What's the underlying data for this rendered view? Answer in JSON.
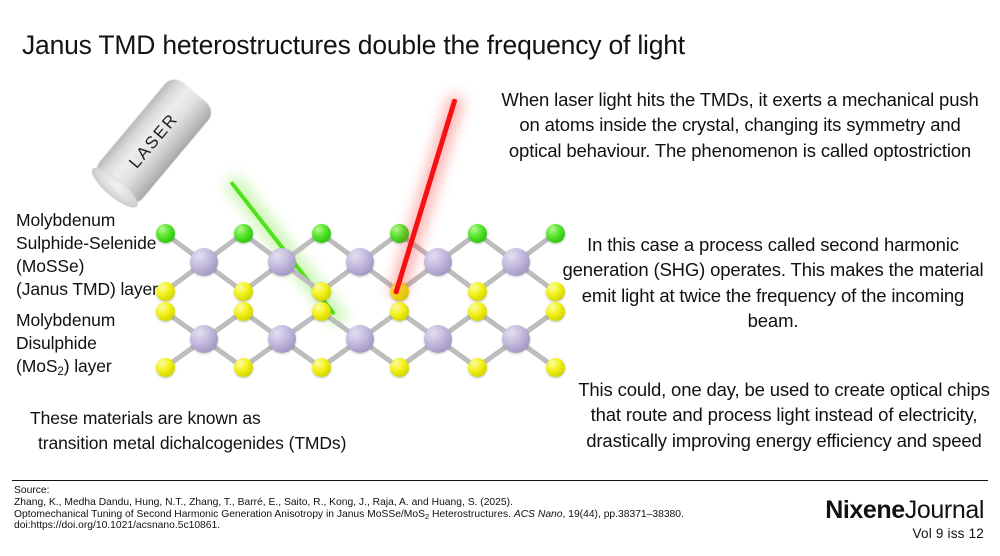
{
  "headline": "Janus TMD heterostructures double the frequency of light",
  "paragraphs": {
    "optostriction": "When laser light hits the TMDs, it exerts a mechanical push on atoms inside the crystal, changing its symmetry and optical behaviour. The phenomenon is called optostriction",
    "shg": "In this case a process called second harmonic generation (SHG) operates. This makes the material emit light at twice the frequency of the incoming beam.",
    "applications": "This could, one day, be used to create optical chips that route and process light instead of electricity, drastically improving energy efficiency and speed"
  },
  "diagram": {
    "laser_label": "LASER",
    "janus_layer_label": "Molybdenum\nSulphide-Selenide\n(MoSSe)\n(Janus TMD) layer",
    "mos2_layer_label_lines": [
      "Molybdenum",
      "Disulphide",
      "(MoS"
    ],
    "mos2_subscript": "2",
    "mos2_layer_label_tail": ") layer",
    "tmd_note_line1": "These materials are known as",
    "tmd_note_line2": "transition metal dichalcogenides (TMDs)",
    "atoms": {
      "molybdenum_color": "#a79cc6",
      "selenium_color": "#2cc90e",
      "sulphur_color": "#d6d600"
    },
    "beams": {
      "incoming_color": "#4ee21a",
      "outgoing_color": "#f51111"
    }
  },
  "footer": {
    "source_heading": "Source:",
    "citation_authors": "Zhang, K., Medha Dandu, Hung, N.T., Zhang, T., Barré, E., Saito, R., Kong, J., Raja, A. and Huang, S. (2025).",
    "citation_title": "Optomechanical Tuning of Second Harmonic Generation Anisotropy in Janus MoSSe/MoS",
    "citation_title_sub": "2",
    "citation_title_tail": " Heterostructures. ",
    "citation_journal": "ACS Nano",
    "citation_details": ", 19(44), pp.38371–38380. doi:https://doi.org/10.1021/acsnano.5c10861.",
    "brand_bold": "Nixene",
    "brand_regular": "Journal",
    "issue": "Vol 9  iss 12"
  }
}
